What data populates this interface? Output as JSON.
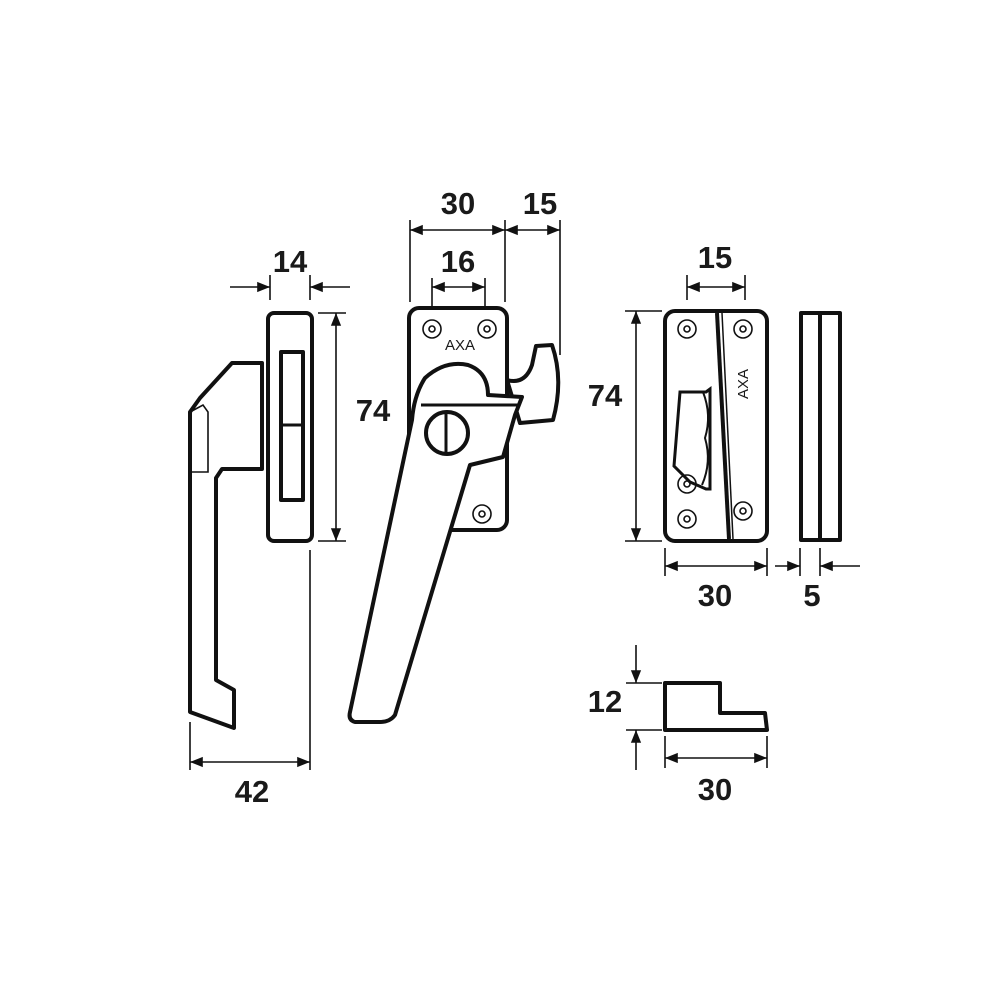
{
  "drawing": {
    "brand_mark": "AXA",
    "dimensions": {
      "side_view_depth": "14",
      "side_view_height": "74",
      "handle_projection": "42",
      "plate_width": "30",
      "hole_spacing": "16",
      "hook_projection": "15",
      "keep_hole_spacing": "15",
      "keep_height": "74",
      "keep_width": "30",
      "keep_thickness": "5",
      "wedge_height": "12",
      "wedge_width": "30"
    },
    "colors": {
      "line": "#111111",
      "background": "#ffffff"
    }
  }
}
